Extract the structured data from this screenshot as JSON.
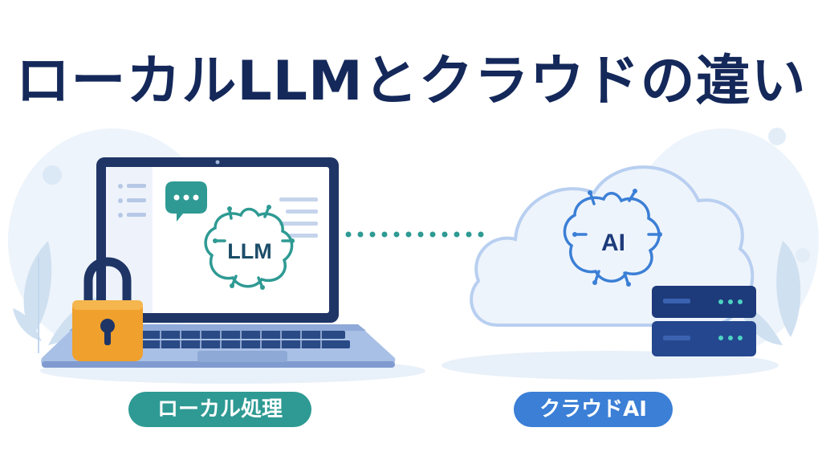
{
  "title": "ローカルLLMとクラウドの違い",
  "local": {
    "brain_label": "LLM",
    "caption": "ローカル処理"
  },
  "cloud": {
    "brain_label": "AI",
    "caption": "クラウドAI"
  },
  "icons": [
    "laptop-icon",
    "chat-bubble-icon",
    "brain-icon",
    "padlock-icon",
    "cloud-icon",
    "server-icon",
    "dotted-connector"
  ],
  "colors": {
    "title": "#14285a",
    "teal": "#2e9a93",
    "blue": "#3b7fd6",
    "laptop_frame": "#1f3566",
    "lock": "#f0a02c",
    "server": "#1d3a7a"
  }
}
